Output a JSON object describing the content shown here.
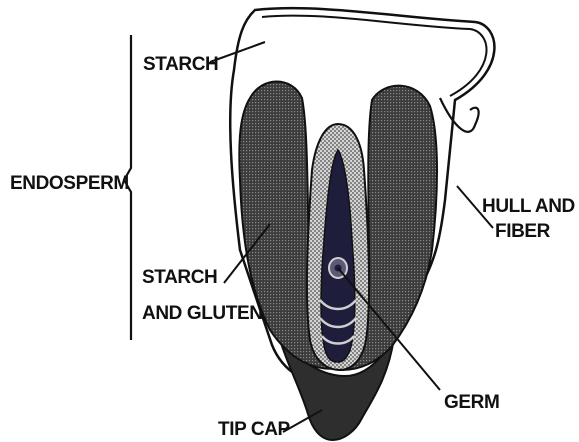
{
  "labels": {
    "starch": "STARCH",
    "endosperm": "ENDOSPERM",
    "hull_line1": "HULL AND",
    "hull_line2": "FIBER",
    "starch_gluten_line1": "STARCH",
    "starch_gluten_line2": "AND GLUTEN",
    "germ": "GERM",
    "tip_cap": "TIP CAP"
  }
}
